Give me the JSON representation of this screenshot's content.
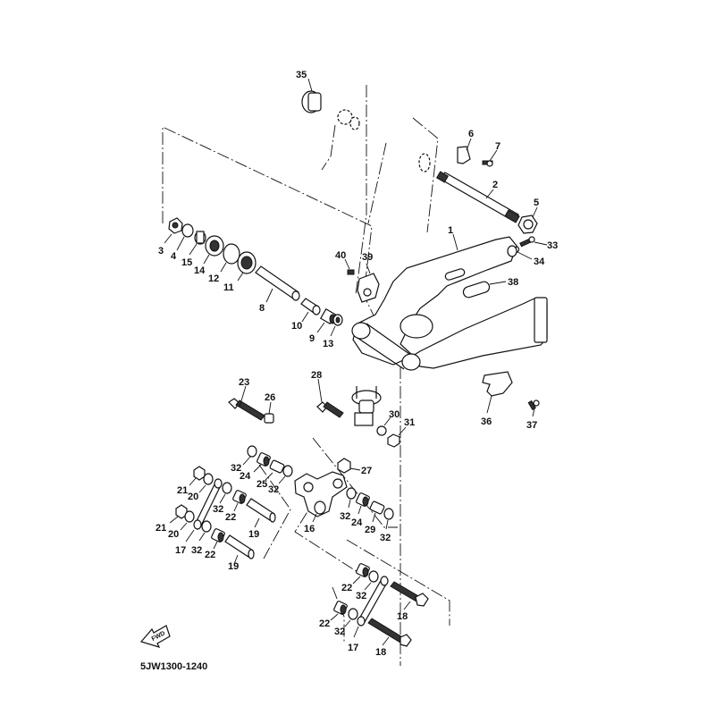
{
  "diagram": {
    "title_code": "5JW1300-1240",
    "direction_marker": "FWD",
    "callouts": [
      {
        "id": "1",
        "part": "rear-arm"
      },
      {
        "id": "2",
        "part": "pivot-shaft"
      },
      {
        "id": "3",
        "part": "nut"
      },
      {
        "id": "4",
        "part": "washer"
      },
      {
        "id": "5",
        "part": "nut"
      },
      {
        "id": "6",
        "part": "plate"
      },
      {
        "id": "7",
        "part": "bolt"
      },
      {
        "id": "8",
        "part": "collar"
      },
      {
        "id": "9",
        "part": "bearing"
      },
      {
        "id": "10",
        "part": "collar"
      },
      {
        "id": "11",
        "part": "bearing"
      },
      {
        "id": "12",
        "part": "circlip"
      },
      {
        "id": "13",
        "part": "oil-seal"
      },
      {
        "id": "14",
        "part": "oil-seal"
      },
      {
        "id": "15",
        "part": "collar"
      },
      {
        "id": "16",
        "part": "relay-arm"
      },
      {
        "id": "17",
        "part": "connecting-rod"
      },
      {
        "id": "18",
        "part": "bolt"
      },
      {
        "id": "19",
        "part": "collar"
      },
      {
        "id": "20",
        "part": "washer"
      },
      {
        "id": "21",
        "part": "nut"
      },
      {
        "id": "22",
        "part": "bearing"
      },
      {
        "id": "23",
        "part": "bolt"
      },
      {
        "id": "24",
        "part": "bearing"
      },
      {
        "id": "25",
        "part": "collar"
      },
      {
        "id": "26",
        "part": "collar"
      },
      {
        "id": "27",
        "part": "nut"
      },
      {
        "id": "28",
        "part": "bolt"
      },
      {
        "id": "29",
        "part": "collar"
      },
      {
        "id": "30",
        "part": "washer"
      },
      {
        "id": "31",
        "part": "nut"
      },
      {
        "id": "32",
        "part": "oil-seal"
      },
      {
        "id": "33",
        "part": "bolt"
      },
      {
        "id": "34",
        "part": "washer"
      },
      {
        "id": "35",
        "part": "cap"
      },
      {
        "id": "36",
        "part": "chain-guide"
      },
      {
        "id": "37",
        "part": "screw"
      },
      {
        "id": "38",
        "part": "cover"
      },
      {
        "id": "39",
        "part": "bracket"
      },
      {
        "id": "40",
        "part": "screw"
      }
    ]
  }
}
